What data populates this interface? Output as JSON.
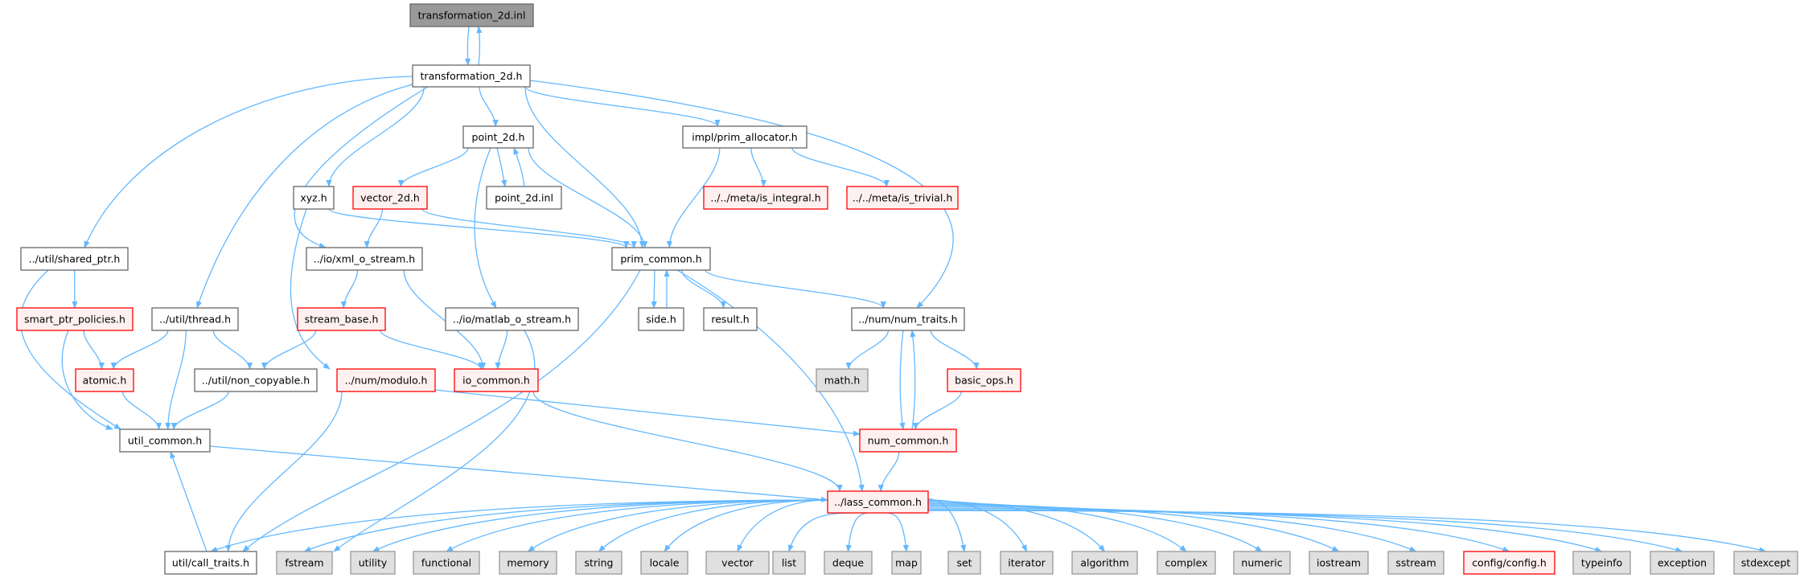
{
  "graph": {
    "title": "Include dependency graph for transformation_2d.inl",
    "colors": {
      "edge": "#63b8ff",
      "root_fill": "#999999",
      "root_border": "#666666",
      "normal_fill": "#ffffff",
      "normal_border": "#666666",
      "missing_fill": "#fff0f0",
      "missing_border": "#ff0000",
      "system_fill": "#e0e0e0",
      "system_border": "#999999"
    },
    "nodes": [
      {
        "id": "inl",
        "label": "transformation_2d.inl",
        "kind": "root"
      },
      {
        "id": "t2d",
        "label": "transformation_2d.h",
        "kind": "normal"
      },
      {
        "id": "point2d",
        "label": "point_2d.h",
        "kind": "normal"
      },
      {
        "id": "alloc",
        "label": "impl/prim_allocator.h",
        "kind": "normal"
      },
      {
        "id": "xyz",
        "label": "xyz.h",
        "kind": "normal"
      },
      {
        "id": "vec2d",
        "label": "vector_2d.h",
        "kind": "missing"
      },
      {
        "id": "point2dinl",
        "label": "point_2d.inl",
        "kind": "normal"
      },
      {
        "id": "isint",
        "label": "../../meta/is_integral.h",
        "kind": "missing"
      },
      {
        "id": "istriv",
        "label": "../../meta/is_trivial.h",
        "kind": "missing"
      },
      {
        "id": "sharedptr",
        "label": "../util/shared_ptr.h",
        "kind": "normal"
      },
      {
        "id": "xml",
        "label": "../io/xml_o_stream.h",
        "kind": "normal"
      },
      {
        "id": "primc",
        "label": "prim_common.h",
        "kind": "normal"
      },
      {
        "id": "spp",
        "label": "smart_ptr_policies.h",
        "kind": "missing"
      },
      {
        "id": "thread",
        "label": "../util/thread.h",
        "kind": "normal"
      },
      {
        "id": "sbase",
        "label": "stream_base.h",
        "kind": "missing"
      },
      {
        "id": "matlab",
        "label": "../io/matlab_o_stream.h",
        "kind": "normal"
      },
      {
        "id": "side",
        "label": "side.h",
        "kind": "normal"
      },
      {
        "id": "result",
        "label": "result.h",
        "kind": "normal"
      },
      {
        "id": "numtraits",
        "label": "../num/num_traits.h",
        "kind": "normal"
      },
      {
        "id": "atomic",
        "label": "atomic.h",
        "kind": "missing"
      },
      {
        "id": "noncopy",
        "label": "../util/non_copyable.h",
        "kind": "normal"
      },
      {
        "id": "modulo",
        "label": "../num/modulo.h",
        "kind": "missing"
      },
      {
        "id": "iocommon",
        "label": "io_common.h",
        "kind": "missing"
      },
      {
        "id": "math",
        "label": "math.h",
        "kind": "system"
      },
      {
        "id": "basicops",
        "label": "basic_ops.h",
        "kind": "missing"
      },
      {
        "id": "utilc",
        "label": "util_common.h",
        "kind": "normal"
      },
      {
        "id": "numc",
        "label": "num_common.h",
        "kind": "missing"
      },
      {
        "id": "lassc",
        "label": "../lass_common.h",
        "kind": "missing"
      },
      {
        "id": "calltraits",
        "label": "util/call_traits.h",
        "kind": "normal"
      },
      {
        "id": "fstream",
        "label": "fstream",
        "kind": "system"
      },
      {
        "id": "utility",
        "label": "utility",
        "kind": "system"
      },
      {
        "id": "functional",
        "label": "functional",
        "kind": "system"
      },
      {
        "id": "memory",
        "label": "memory",
        "kind": "system"
      },
      {
        "id": "string",
        "label": "string",
        "kind": "system"
      },
      {
        "id": "locale",
        "label": "locale",
        "kind": "system"
      },
      {
        "id": "vector",
        "label": "vector",
        "kind": "system"
      },
      {
        "id": "list",
        "label": "list",
        "kind": "system"
      },
      {
        "id": "deque",
        "label": "deque",
        "kind": "system"
      },
      {
        "id": "map",
        "label": "map",
        "kind": "system"
      },
      {
        "id": "set",
        "label": "set",
        "kind": "system"
      },
      {
        "id": "iterator",
        "label": "iterator",
        "kind": "system"
      },
      {
        "id": "algorithm",
        "label": "algorithm",
        "kind": "system"
      },
      {
        "id": "complex",
        "label": "complex",
        "kind": "system"
      },
      {
        "id": "numeric",
        "label": "numeric",
        "kind": "system"
      },
      {
        "id": "iostream",
        "label": "iostream",
        "kind": "system"
      },
      {
        "id": "sstream",
        "label": "sstream",
        "kind": "system"
      },
      {
        "id": "config",
        "label": "config/config.h",
        "kind": "missing"
      },
      {
        "id": "typeinfo",
        "label": "typeinfo",
        "kind": "system"
      },
      {
        "id": "exception",
        "label": "exception",
        "kind": "system"
      },
      {
        "id": "stdexcept",
        "label": "stdexcept",
        "kind": "system"
      }
    ],
    "edges": [
      [
        "inl",
        "t2d"
      ],
      [
        "t2d",
        "inl"
      ],
      [
        "t2d",
        "sharedptr"
      ],
      [
        "t2d",
        "thread"
      ],
      [
        "t2d",
        "xml"
      ],
      [
        "t2d",
        "xyz"
      ],
      [
        "t2d",
        "point2d"
      ],
      [
        "t2d",
        "primc"
      ],
      [
        "t2d",
        "alloc"
      ],
      [
        "t2d",
        "numtraits"
      ],
      [
        "point2d",
        "vec2d"
      ],
      [
        "point2d",
        "point2dinl"
      ],
      [
        "point2dinl",
        "point2d"
      ],
      [
        "point2d",
        "primc"
      ],
      [
        "point2d",
        "matlab"
      ],
      [
        "alloc",
        "primc"
      ],
      [
        "alloc",
        "isint"
      ],
      [
        "alloc",
        "istriv"
      ],
      [
        "xyz",
        "primc"
      ],
      [
        "xyz",
        "modulo"
      ],
      [
        "vec2d",
        "xml"
      ],
      [
        "vec2d",
        "primc"
      ],
      [
        "sharedptr",
        "spp"
      ],
      [
        "sharedptr",
        "utilc"
      ],
      [
        "xml",
        "sbase"
      ],
      [
        "xml",
        "iocommon"
      ],
      [
        "primc",
        "side"
      ],
      [
        "side",
        "primc"
      ],
      [
        "primc",
        "result"
      ],
      [
        "primc",
        "numtraits"
      ],
      [
        "primc",
        "lassc"
      ],
      [
        "primc",
        "calltraits"
      ],
      [
        "spp",
        "atomic"
      ],
      [
        "spp",
        "utilc"
      ],
      [
        "thread",
        "atomic"
      ],
      [
        "thread",
        "utilc"
      ],
      [
        "thread",
        "noncopy"
      ],
      [
        "sbase",
        "noncopy"
      ],
      [
        "sbase",
        "iocommon"
      ],
      [
        "matlab",
        "iocommon"
      ],
      [
        "matlab",
        "fstream"
      ],
      [
        "atomic",
        "utilc"
      ],
      [
        "noncopy",
        "utilc"
      ],
      [
        "modulo",
        "calltraits"
      ],
      [
        "modulo",
        "numc"
      ],
      [
        "iocommon",
        "lassc"
      ],
      [
        "utilc",
        "lassc"
      ],
      [
        "calltraits",
        "utilc"
      ],
      [
        "numtraits",
        "math"
      ],
      [
        "numtraits",
        "basicops"
      ],
      [
        "numtraits",
        "numc"
      ],
      [
        "numc",
        "numtraits"
      ],
      [
        "basicops",
        "numc"
      ],
      [
        "numc",
        "lassc"
      ],
      [
        "lassc",
        "calltraits"
      ],
      [
        "lassc",
        "fstream"
      ],
      [
        "lassc",
        "utility"
      ],
      [
        "lassc",
        "functional"
      ],
      [
        "lassc",
        "memory"
      ],
      [
        "lassc",
        "string"
      ],
      [
        "lassc",
        "locale"
      ],
      [
        "lassc",
        "vector"
      ],
      [
        "lassc",
        "list"
      ],
      [
        "lassc",
        "deque"
      ],
      [
        "lassc",
        "map"
      ],
      [
        "lassc",
        "set"
      ],
      [
        "lassc",
        "iterator"
      ],
      [
        "lassc",
        "algorithm"
      ],
      [
        "lassc",
        "complex"
      ],
      [
        "lassc",
        "numeric"
      ],
      [
        "lassc",
        "iostream"
      ],
      [
        "lassc",
        "sstream"
      ],
      [
        "lassc",
        "config"
      ],
      [
        "lassc",
        "typeinfo"
      ],
      [
        "lassc",
        "exception"
      ],
      [
        "lassc",
        "stdexcept"
      ]
    ]
  }
}
